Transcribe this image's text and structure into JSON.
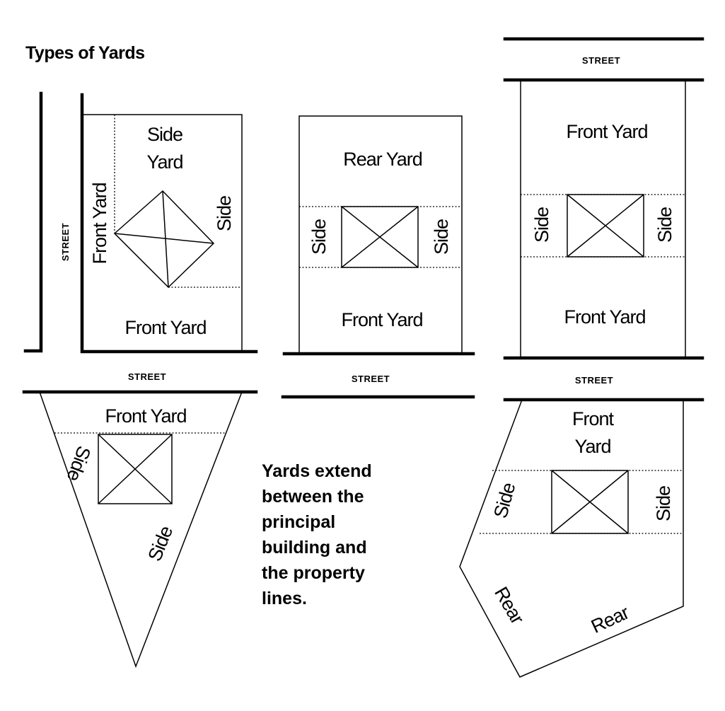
{
  "title": "Types of Yards",
  "street_label": "STREET",
  "labels": {
    "side_yard_line1": "Side",
    "side_yard_line2": "Yard",
    "front_yard": "Front Yard",
    "rear_yard": "Rear Yard",
    "side": "Side",
    "front": "Front",
    "yard": "Yard",
    "rear": "Rear"
  },
  "note_lines": [
    "Yards extend",
    "between the",
    "principal",
    "building and",
    "the property",
    "lines."
  ]
}
